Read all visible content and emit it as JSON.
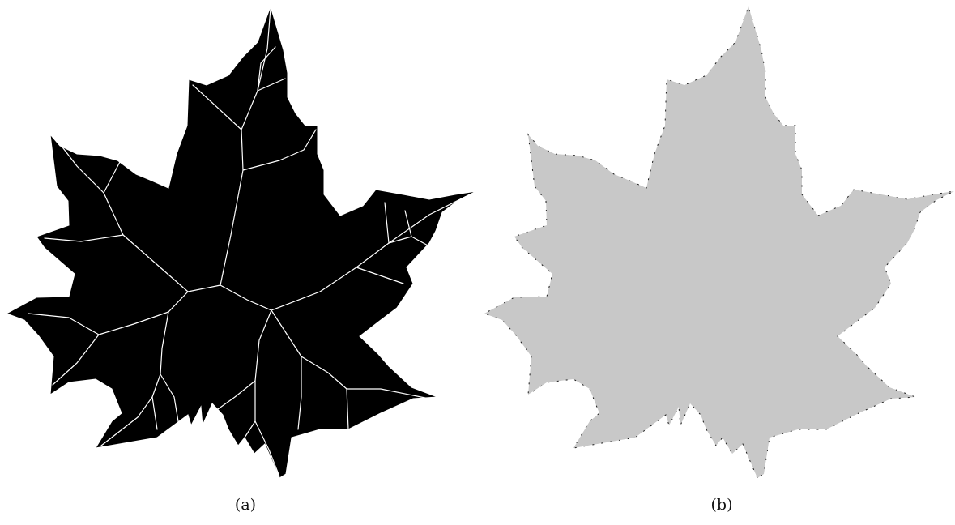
{
  "figure": {
    "panels": [
      {
        "id": "a",
        "caption": "(a)",
        "leaf_color": "#000000",
        "vein_color": "#ffffff",
        "shows_veins": true
      },
      {
        "id": "b",
        "caption": "(b)",
        "leaf_color": "#c8c8c8",
        "shows_veins": false
      }
    ]
  }
}
